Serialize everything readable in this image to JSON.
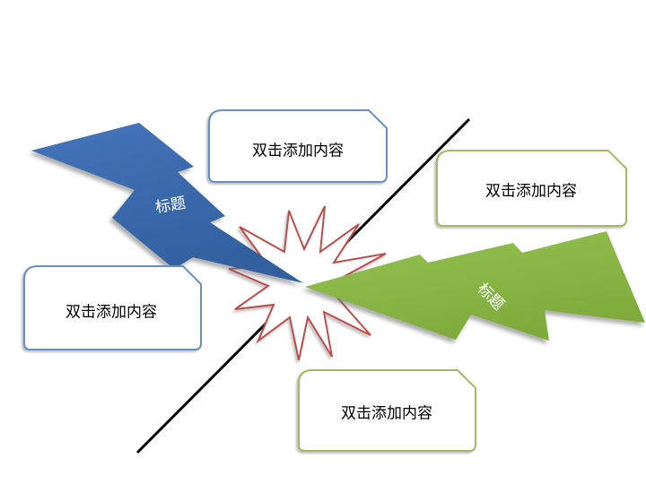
{
  "slide": {
    "bolts": {
      "blue": {
        "label": "标题",
        "fill_start": "#4474BA",
        "fill_end": "#32609F"
      },
      "green": {
        "label": "标题",
        "fill_start": "#95C353",
        "fill_end": "#7EAB3C"
      }
    },
    "callouts": {
      "top": {
        "text": "双击添加内容",
        "border": "#6C8EBF"
      },
      "right": {
        "text": "双击添加内容",
        "border": "#A3B964"
      },
      "left": {
        "text": "双击添加内容",
        "border": "#6C8EBF"
      },
      "bottom": {
        "text": "双击添加内容",
        "border": "#A3B964"
      }
    },
    "star": {
      "stroke": "#BE4C4C",
      "fill": "#FFFFFF"
    },
    "line": {
      "color": "#000000"
    }
  }
}
